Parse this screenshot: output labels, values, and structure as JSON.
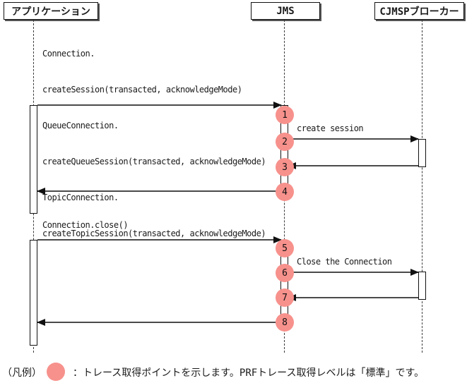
{
  "diagram": {
    "title_hint": "JMS connection/session trace points sequence diagram",
    "actors": [
      {
        "label": "アプリケーション"
      },
      {
        "label": "JMS"
      },
      {
        "label": "CJMSPブローカー"
      }
    ],
    "call_lines": [
      "Connection.",
      "createSession(transacted, acknowledgeMode)",
      "QueueConnection.",
      "createQueueSession(transacted, acknowledgeMode)",
      "TopicConnection.",
      "createTopicSession(transacted, acknowledgeMode)"
    ],
    "messages": {
      "create_session": "create session",
      "connection_close": "Connection.close()",
      "close_the_connection": "Close the Connection"
    },
    "trace_points": [
      "1",
      "2",
      "3",
      "4",
      "5",
      "6",
      "7",
      "8"
    ],
    "legend": {
      "label": "（凡例）",
      "description": "：トレース取得ポイントを示します。PRFトレース取得レベルは「標準」です。"
    },
    "colors": {
      "trace_point_fill": "#f7918c"
    }
  }
}
